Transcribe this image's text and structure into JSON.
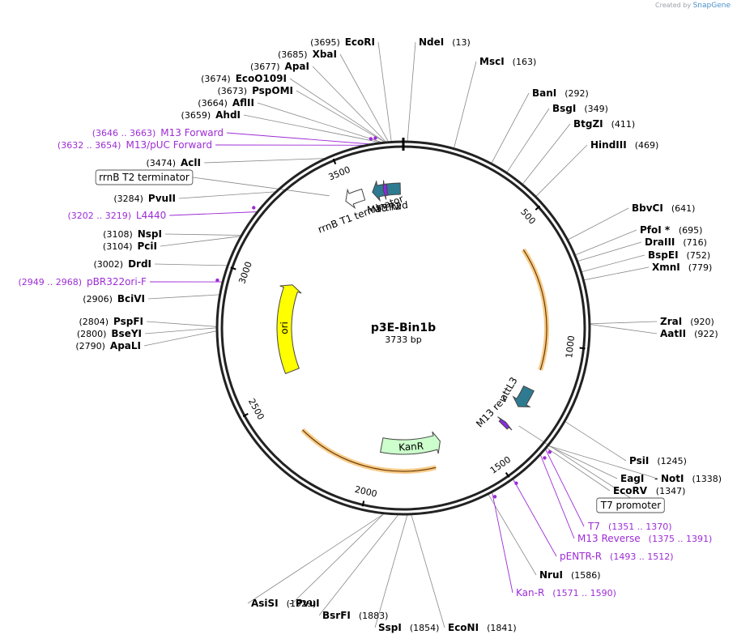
{
  "credit": {
    "prefix": "Created by",
    "brand": "SnapGene"
  },
  "plasmid": {
    "name": "p3E-Bin1b",
    "size": "3733 bp",
    "length": 3733
  },
  "scale_labels": [
    "500",
    "1000",
    "1500",
    "2000",
    "2500",
    "3000",
    "3500"
  ],
  "enzymes": [
    {
      "name": "EcoRI",
      "pos": "(3695)",
      "site": 3695
    },
    {
      "name": "XbaI",
      "pos": "(3685)",
      "site": 3685
    },
    {
      "name": "ApaI",
      "pos": "(3677)",
      "site": 3677
    },
    {
      "name": "EcoO109I",
      "pos": "(3674)",
      "site": 3674
    },
    {
      "name": "PspOMI",
      "pos": "(3673)",
      "site": 3673
    },
    {
      "name": "AflII",
      "pos": "(3664)",
      "site": 3664
    },
    {
      "name": "AhdI",
      "pos": "(3659)",
      "site": 3659
    },
    {
      "name": "AclI",
      "pos": "(3474)",
      "site": 3474
    },
    {
      "name": "PvuII",
      "pos": "(3284)",
      "site": 3284
    },
    {
      "name": "NspI",
      "pos": "(3108)",
      "site": 3108
    },
    {
      "name": "PciI",
      "pos": "(3104)",
      "site": 3104
    },
    {
      "name": "DrdI",
      "pos": "(3002)",
      "site": 3002
    },
    {
      "name": "BciVI",
      "pos": "(2906)",
      "site": 2906
    },
    {
      "name": "PspFI",
      "pos": "(2804)",
      "site": 2804
    },
    {
      "name": "BseYI",
      "pos": "(2800)",
      "site": 2800
    },
    {
      "name": "ApaLI",
      "pos": "(2790)",
      "site": 2790
    },
    {
      "name": "NdeI",
      "pos": "(13)",
      "site": 13
    },
    {
      "name": "MscI",
      "pos": "(163)",
      "site": 163
    },
    {
      "name": "BanI",
      "pos": "(292)",
      "site": 292
    },
    {
      "name": "BsgI",
      "pos": "(349)",
      "site": 349
    },
    {
      "name": "BtgZI",
      "pos": "(411)",
      "site": 411
    },
    {
      "name": "HindIII",
      "pos": "(469)",
      "site": 469
    },
    {
      "name": "BbvCI",
      "pos": "(641)",
      "site": 641
    },
    {
      "name": "PfoI *",
      "pos": "(695)",
      "site": 695
    },
    {
      "name": "DraIII",
      "pos": "(716)",
      "site": 716
    },
    {
      "name": "BspEI",
      "pos": "(752)",
      "site": 752
    },
    {
      "name": "XmnI",
      "pos": "(779)",
      "site": 779
    },
    {
      "name": "ZraI",
      "pos": "(920)",
      "site": 920
    },
    {
      "name": "AatII",
      "pos": "(922)",
      "site": 922
    },
    {
      "name": "PsiI",
      "pos": "(1245)",
      "site": 1245
    },
    {
      "name": "EagI",
      "pos": "",
      "site": 1338
    },
    {
      "name": "NotI",
      "pos": "(1338)",
      "site": 1338
    },
    {
      "name": "EcoRV",
      "pos": "(1347)",
      "site": 1347
    },
    {
      "name": "NruI",
      "pos": "(1586)",
      "site": 1586
    },
    {
      "name": "EcoNI",
      "pos": "(1841)",
      "site": 1841
    },
    {
      "name": "SspI",
      "pos": "(1854)",
      "site": 1854
    },
    {
      "name": "BsrFI",
      "pos": "(1883)",
      "site": 1883
    },
    {
      "name": "AsiSI",
      "pos": "(1929)",
      "site": 1929
    },
    {
      "name": "PvuI",
      "pos": "",
      "site": 1929
    }
  ],
  "primers": [
    {
      "name": "M13 Forward",
      "range": "(3646 .. 3663)",
      "start": 3646
    },
    {
      "name": "M13/pUC Forward",
      "range": "(3632 .. 3654)",
      "start": 3632
    },
    {
      "name": "L4440",
      "range": "(3202 .. 3219)",
      "start": 3202
    },
    {
      "name": "pBR322ori-F",
      "range": "(2949 .. 2968)",
      "start": 2949
    },
    {
      "name": "T7",
      "range": "(1351 .. 1370)",
      "start": 1351
    },
    {
      "name": "M13 Reverse",
      "range": "(1375 .. 1391)",
      "start": 1375
    },
    {
      "name": "pENTR-R",
      "range": "(1493 .. 1512)",
      "start": 1493
    },
    {
      "name": "Kan-R",
      "range": "(1571 .. 1590)",
      "start": 1571
    }
  ],
  "boxed_features": [
    {
      "name": "rrnB T2 terminator",
      "site": 3430
    },
    {
      "name": "T7 promoter",
      "site": 1351
    }
  ],
  "features": [
    {
      "name": "attR2",
      "start": 3720,
      "end": 3600,
      "color": "#2e7b91",
      "strand": "rev"
    },
    {
      "name": "M13 fwd",
      "start": 3664,
      "end": 3647,
      "color": "#8a2be2",
      "strand": "rev"
    },
    {
      "name": "rrnB T1 terminator",
      "start": 3560,
      "end": 3480,
      "color": "#ffffff",
      "strand": "rev"
    },
    {
      "name": "attL3",
      "start": 1200,
      "end": 1290,
      "color": "#2e7b91",
      "strand": "fwd"
    },
    {
      "name": "M13 rev",
      "start": 1392,
      "end": 1375,
      "color": "#8a2be2",
      "strand": "rev"
    },
    {
      "name": "KanR",
      "start": 1975,
      "end": 1680,
      "color": "#ccffcc",
      "strand": "rev"
    },
    {
      "name": "ori",
      "start": 2580,
      "end": 3020,
      "color": "#ffff00",
      "strand": "fwd"
    }
  ],
  "colors": {
    "primer": "#9d2cd6",
    "orf": "#f2a93b",
    "backbone": "#222222"
  }
}
